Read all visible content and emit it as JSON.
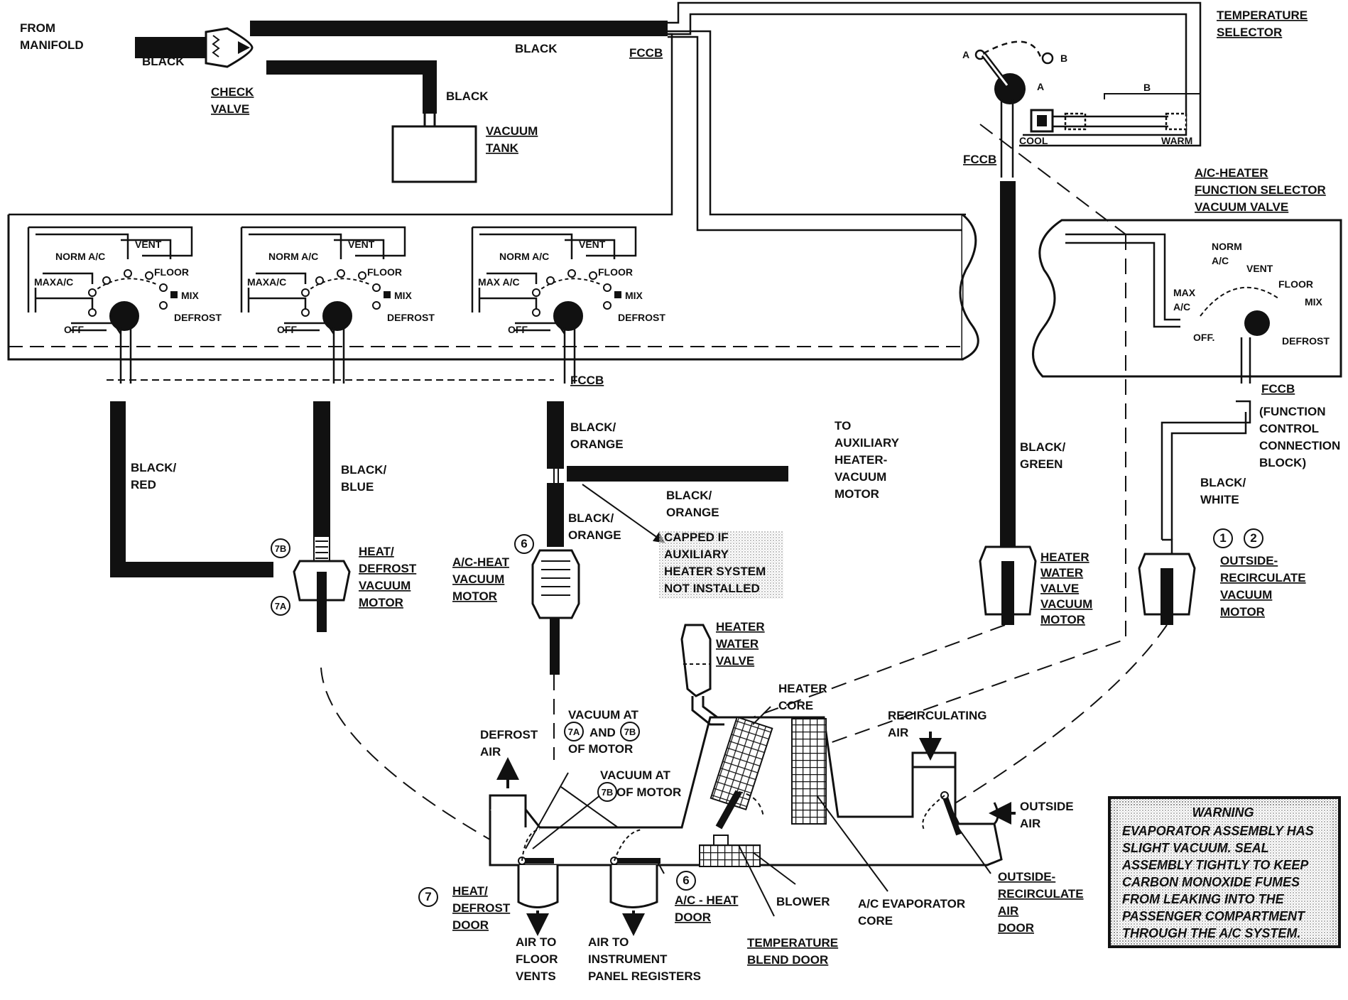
{
  "labels": {
    "from_manifold": [
      "FROM",
      "MANIFOLD"
    ],
    "black": "BLACK",
    "check_valve": [
      "CHECK",
      "VALVE"
    ],
    "vacuum_tank": [
      "VACUUM",
      "TANK"
    ],
    "fccb": "FCCB",
    "temperature_selector": [
      "TEMPERATURE",
      "SELECTOR"
    ],
    "a": "A",
    "b": "B",
    "cool": "COOL",
    "warm": "WARM",
    "function_selector": [
      "A/C-HEATER",
      "FUNCTION SELECTOR",
      "VACUUM VALVE"
    ],
    "norm_ac": "NORM A/C",
    "norm_ac_split": [
      "NORM",
      "A/C"
    ],
    "max_ac": "MAX A/C",
    "maxa_c": "MAXA/C",
    "max_ac_split": [
      "MAX",
      "A/C"
    ],
    "vent": "VENT",
    "floor": "FLOOR",
    "mix": "MIX",
    "defrost": "DEFROST",
    "off": "OFF",
    "off_dot": "OFF.",
    "black_red": [
      "BLACK/",
      "RED"
    ],
    "black_blue": [
      "BLACK/",
      "BLUE"
    ],
    "black_orange": [
      "BLACK/",
      "ORANGE"
    ],
    "black_green": [
      "BLACK/",
      "GREEN"
    ],
    "black_white": [
      "BLACK/",
      "WHITE"
    ],
    "to_aux": [
      "TO",
      "AUXILIARY",
      "HEATER-",
      "VACUUM",
      "MOTOR"
    ],
    "function_block": [
      "(FUNCTION",
      "CONTROL",
      "CONNECTION",
      "BLOCK)"
    ],
    "capped": [
      "CAPPED IF",
      "AUXILIARY",
      "HEATER SYSTEM",
      "NOT INSTALLED"
    ],
    "heat_defrost_motor": [
      "HEAT/",
      "DEFROST",
      "VACUUM",
      "MOTOR"
    ],
    "ac_heat_motor": [
      "A/C-HEAT",
      "VACUUM",
      "MOTOR"
    ],
    "heater_water_valve_motor": [
      "HEATER",
      "WATER",
      "VALVE",
      "VACUUM",
      "MOTOR"
    ],
    "outside_recirc_motor": [
      "OUTSIDE-",
      "RECIRCULATE",
      "VACUUM",
      "MOTOR"
    ],
    "heater_water_valve": [
      "HEATER",
      "WATER",
      "VALVE"
    ],
    "heater_core": [
      "HEATER",
      "CORE"
    ],
    "recirculating_air": [
      "RECIRCULATING",
      "AIR"
    ],
    "defrost_air": [
      "DEFROST",
      "AIR"
    ],
    "vacuum_at_7a_7b": [
      "VACUUM AT",
      "AND",
      "OF MOTOR"
    ],
    "vacuum_at_7b": [
      "VACUUM AT",
      "OF MOTOR"
    ],
    "outside_air": [
      "OUTSIDE",
      "AIR"
    ],
    "heat_defrost_door": [
      "HEAT/",
      "DEFROST",
      "DOOR"
    ],
    "ac_heat_door": [
      "A/C - HEAT",
      "DOOR"
    ],
    "blower": "BLOWER",
    "ac_evaporator_core": [
      "A/C EVAPORATOR",
      "CORE"
    ],
    "outside_recirc_door": [
      "OUTSIDE-",
      "RECIRCULATE",
      "AIR",
      "DOOR"
    ],
    "temperature_blend_door": [
      "TEMPERATURE",
      "BLEND DOOR"
    ],
    "air_floor": [
      "AIR TO",
      "FLOOR",
      "VENTS"
    ],
    "air_panel": [
      "AIR TO",
      "INSTRUMENT",
      "PANEL REGISTERS"
    ],
    "callouts": {
      "c1": "1",
      "c2": "2",
      "c6": "6",
      "c7": "7",
      "c7a": "7A",
      "c7b": "7B"
    }
  },
  "warning": {
    "title": "WARNING",
    "lines": [
      "EVAPORATOR ASSEMBLY HAS",
      "SLIGHT VACUUM. SEAL",
      "ASSEMBLY TIGHTLY TO KEEP",
      "CARBON MONOXIDE FUMES",
      "FROM LEAKING INTO THE",
      "PASSENGER COMPARTMENT",
      "THROUGH THE A/C SYSTEM."
    ]
  }
}
